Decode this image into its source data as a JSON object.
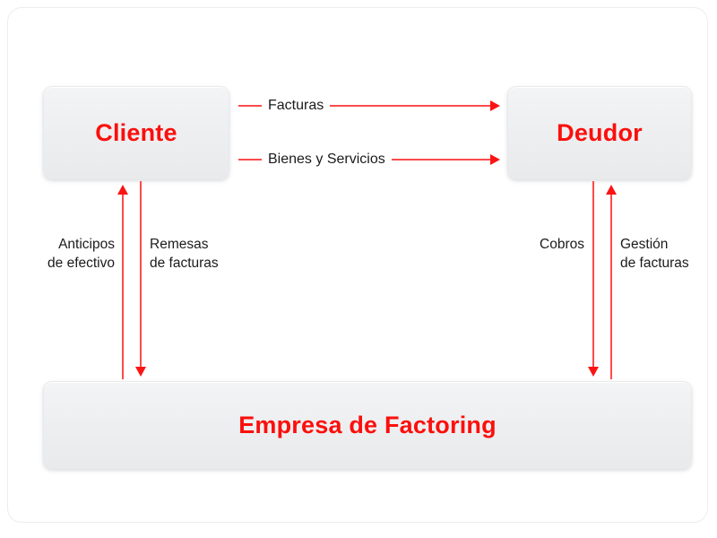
{
  "diagram": {
    "title_text": "",
    "colors": {
      "accent_red": "#fb0f0c",
      "arrow_red": "#fb4b4b",
      "arrowhead_red": "#fb1414",
      "box_fill": "#eeeff1",
      "label_text": "#1b1b1b",
      "panel_background": "#ffffff"
    },
    "nodes": [
      {
        "id": "cliente",
        "label": "Cliente"
      },
      {
        "id": "deudor",
        "label": "Deudor"
      },
      {
        "id": "factoring",
        "label": "Empresa de Factoring"
      }
    ],
    "horizontal_flows": [
      {
        "id": "facturas",
        "label": "Facturas",
        "from": "Cliente",
        "to": "Deudor",
        "direction": "right"
      },
      {
        "id": "bienes-servicios",
        "label": "Bienes y Servicios",
        "from": "Cliente",
        "to": "Deudor",
        "direction": "right"
      }
    ],
    "vertical_flows": [
      {
        "id": "anticipos",
        "label_line1": "Anticipos",
        "label_line2": "de efectivo",
        "from": "Empresa de Factoring",
        "to": "Cliente",
        "direction": "up"
      },
      {
        "id": "remesas",
        "label_line1": "Remesas",
        "label_line2": "de facturas",
        "from": "Cliente",
        "to": "Empresa de Factoring",
        "direction": "down"
      },
      {
        "id": "cobros",
        "label_line1": "Cobros",
        "label_line2": "",
        "from": "Deudor",
        "to": "Empresa de Factoring",
        "direction": "down"
      },
      {
        "id": "gestion",
        "label_line1": "Gestión",
        "label_line2": "de facturas",
        "from": "Empresa de Factoring",
        "to": "Deudor",
        "direction": "up"
      }
    ]
  }
}
